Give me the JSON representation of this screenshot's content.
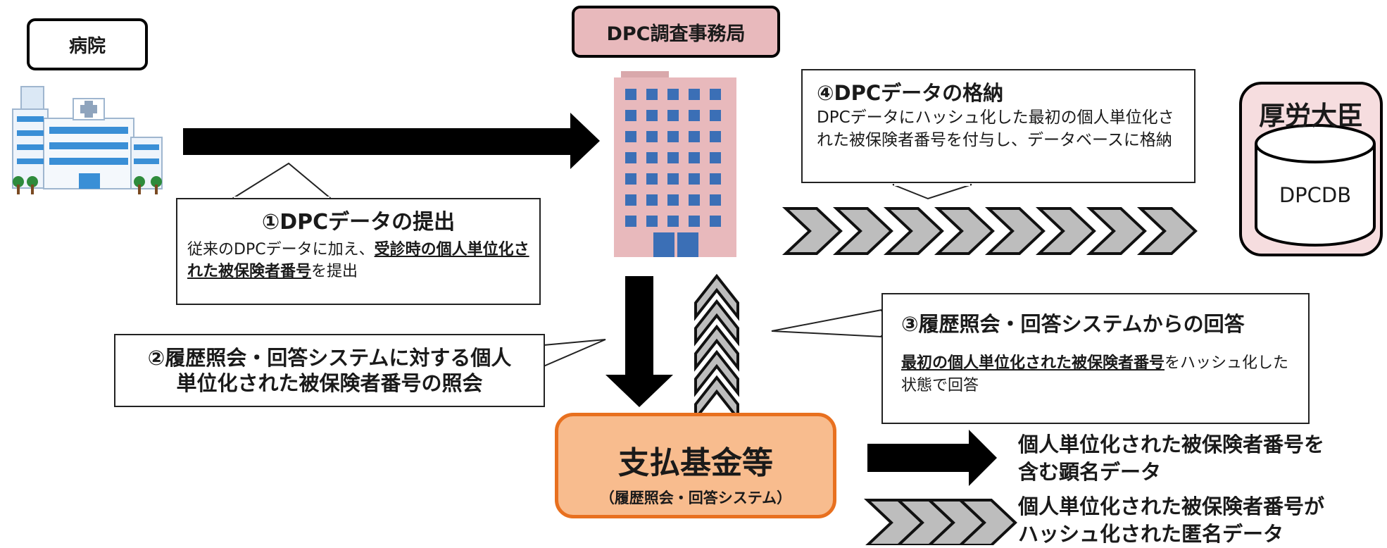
{
  "hospital": {
    "label": "病院"
  },
  "dpc_office": {
    "label": "DPC調査事務局"
  },
  "mhlw": {
    "label": "厚労大臣",
    "db_label": "DPCDB"
  },
  "payer": {
    "title": "支払基金等",
    "subtitle": "（履歴照会・回答システム）"
  },
  "steps": {
    "s1": {
      "title": "①DPCデータの提出",
      "text_a": "従来のDPCデータに加え、",
      "text_b": "受診時の個人単位化された被保険者番号",
      "text_c": "を提出"
    },
    "s2": {
      "line1": "②履歴照会・回答システムに対する個人",
      "line2": "単位化された被保険者番号の照会"
    },
    "s3": {
      "title": "③履歴照会・回答システムからの回答",
      "text_b": "最初の個人単位化された被保険者番号",
      "text_c": "をハッシュ化した状態で回答"
    },
    "s4": {
      "title": "④DPCデータの格納",
      "text": "DPCデータにハッシュ化した最初の個人単位化された被保険者番号を付与し、データベースに格納"
    }
  },
  "legend": {
    "solid_line1": "個人単位化された被保険者番号を",
    "solid_line2": "含む顕名データ",
    "chevron_line1": "個人単位化された被保険者番号が",
    "chevron_line2": "ハッシュ化された匿名データ"
  },
  "colors": {
    "office_fill": "#e8b9bc",
    "payer_fill": "#f8bc8e",
    "payer_border": "#e8701f",
    "mhlw_fill": "#f6dddf",
    "chevron_fill": "#bdbdbd",
    "building_window": "#3b6fb6"
  }
}
